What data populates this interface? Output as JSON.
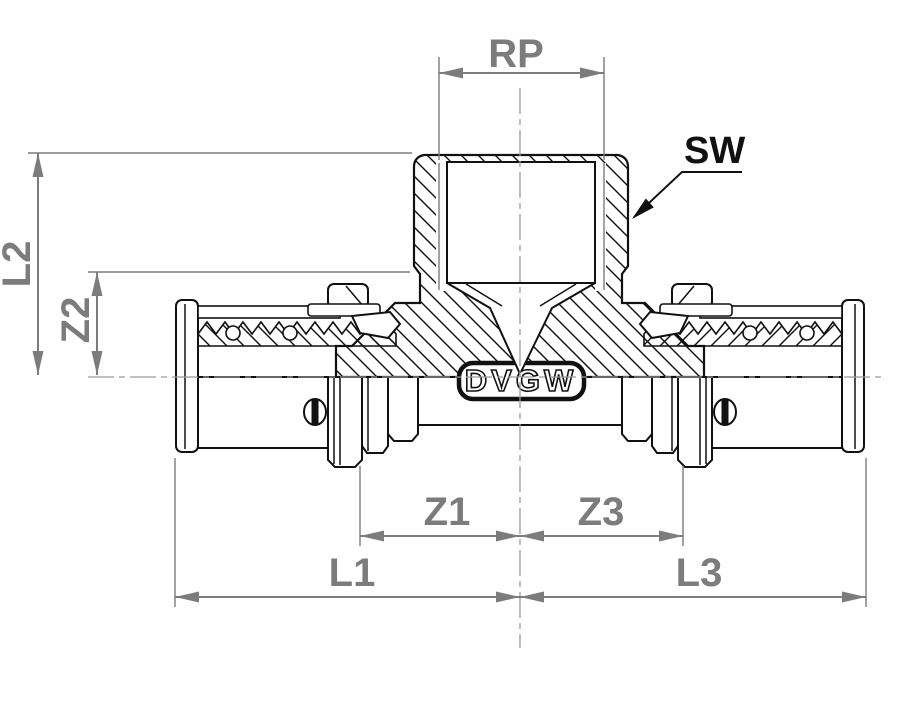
{
  "drawing": {
    "marking": "DVGW",
    "labels": {
      "rp": "RP",
      "sw": "SW",
      "l1": "L1",
      "l2": "L2",
      "l3": "L3",
      "z1": "Z1",
      "z2": "Z2",
      "z3": "Z3"
    },
    "colors": {
      "outline": "#111111",
      "dimension": "#7c7c7c",
      "centerline": "#9a9a9a",
      "background": "#ffffff"
    }
  }
}
